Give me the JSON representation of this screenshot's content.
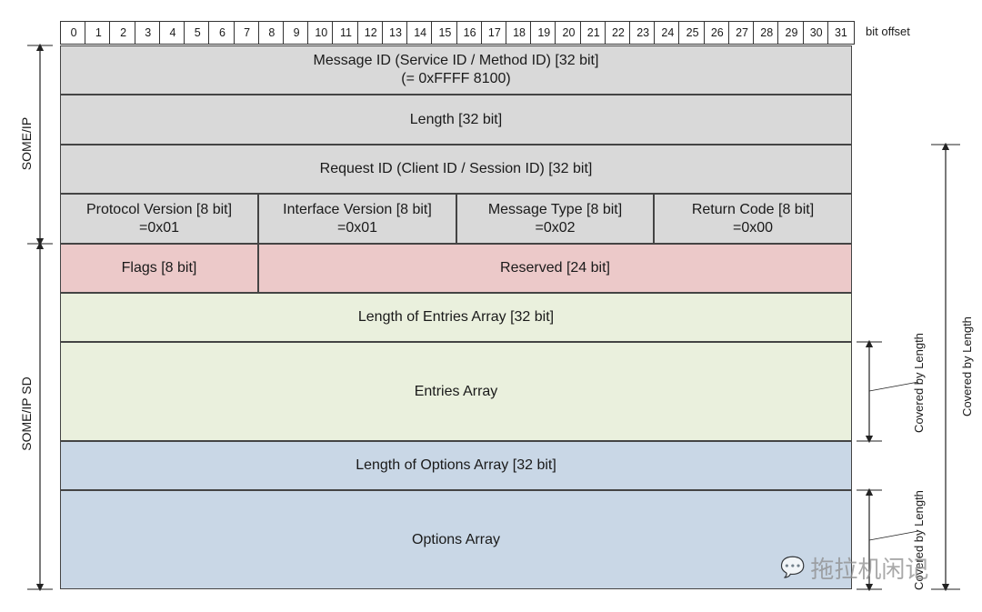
{
  "bit_labels": [
    "0",
    "1",
    "2",
    "3",
    "4",
    "5",
    "6",
    "7",
    "8",
    "9",
    "10",
    "11",
    "12",
    "13",
    "14",
    "15",
    "16",
    "17",
    "18",
    "19",
    "20",
    "21",
    "22",
    "23",
    "24",
    "25",
    "26",
    "27",
    "28",
    "29",
    "30",
    "31"
  ],
  "bit_offset_label": "bit offset",
  "fields": {
    "message_id": {
      "line1": "Message ID (Service ID / Method ID) [32 bit]",
      "line2": "(= 0xFFFF 8100)"
    },
    "length": "Length [32 bit]",
    "request_id": "Request ID (Client ID / Session ID) [32 bit]",
    "protocol_version": {
      "line1": "Protocol Version [8 bit]",
      "line2": "=0x01"
    },
    "interface_version": {
      "line1": "Interface Version [8 bit]",
      "line2": "=0x01"
    },
    "message_type": {
      "line1": "Message Type [8 bit]",
      "line2": "=0x02"
    },
    "return_code": {
      "line1": "Return Code [8 bit]",
      "line2": "=0x00"
    },
    "flags": "Flags [8 bit]",
    "reserved": "Reserved [24 bit]",
    "length_entries": "Length of Entries Array  [32 bit]",
    "entries_array": "Entries Array",
    "length_options": "Length of Options Array  [32 bit]",
    "options_array": "Options Array"
  },
  "side_labels": {
    "some_ip": "SOME/IP",
    "some_ip_sd": "SOME/IP SD",
    "covered_entries": "Covered by Length",
    "covered_options": "Covered by Length",
    "covered_total": "Covered by Length"
  },
  "watermark": "拖拉机闲记",
  "colors": {
    "header": "#d9d9d9",
    "flags": "#ecc9c9",
    "entries": "#eaf0dd",
    "options": "#c9d7e6"
  }
}
